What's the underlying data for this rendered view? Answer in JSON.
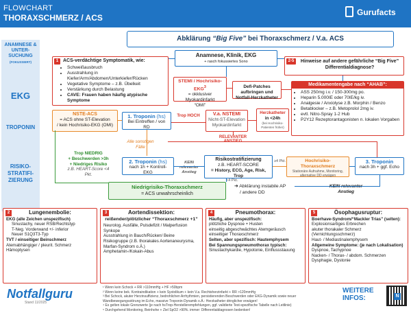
{
  "header": {
    "line1": "FLOWCHART",
    "line2": "THORAXSCHMERZ / ACS",
    "brand": "Gurufacts"
  },
  "sidebar": {
    "anamnese": "ANAMNESE & UNTER-SUCHUNG",
    "anamnese_sub": "(FOKUSSIERT)",
    "ekg": "EKG",
    "troponin": "TROPONIN",
    "risiko": "RISIKO-STRATIFI-ZIERUNG"
  },
  "title": {
    "prefix": "Abklärung ",
    "big_five": "“Big Five”",
    "suffix": " bei Thoraxschmerz / V.a. ACS"
  },
  "anamnese_box": {
    "title": "Anamnese, Klinik, EKG",
    "sub": "+ rasch fokussiertes Sono"
  },
  "acs_symptoms": {
    "num": "1",
    "title": "ACS-verdächtige Symptomatik, wie:",
    "items": [
      "Schweißausbruch",
      "Ausstrahlung in Kiefer/Arm/Abdomen/Unterkiefer/Rücken",
      "Vegetative Symptome – z.B. Übelkeit",
      "Verstärkung durch Belastung",
      "CAVE: Frauen haben häufig atypische Symptome"
    ]
  },
  "big_five_box": {
    "num": "2-5",
    "text": "Hinweise auf andere gefährliche “Big Five” Differentialdiagnose?"
  },
  "stemi_box": {
    "title": "STEMI / Hochrisiko-EKG",
    "sup": "3",
    "sub1": "= okklusiver Myokardinfarkt",
    "sub2": "“OMI”"
  },
  "defi_box": {
    "text": "Defi-Patches aufbringen und Notfall-Herzkatheter"
  },
  "meds": {
    "header": "Medikamentengabe nach “AHAB”:",
    "items": [
      "ASS 250mg i.v. / 150-300mg po.",
      "Heparin 5.000IE oder 70IE/kg iv.",
      "Analgesie / Anxiolyse z.B. Morphin / Benzo",
      "Betablocker – z.B. Metoprolol 2mg iv.",
      "evtl. Nitro-Spray 1-2 Hub",
      "P2Y12 Rezeptorantagonisten n. lokalen Vorgaben"
    ]
  },
  "nste_box": {
    "title": "NSTE-ACS",
    "sub1": "= ACS ohne ST-Elevation",
    "sub2": "/ kein Hochrisiko-EKG (OMI)"
  },
  "trop1_box": {
    "num": "1.",
    "title": "Troponin",
    "unit": "(hs)",
    "sub": "Bei Eintreffen / von RD"
  },
  "trop_hoch": "Trop HOCH",
  "nstemi_box": {
    "title": "V.a. NSTEMI",
    "sub1": "Nicht-ST-Elevation",
    "sub2": "Myokardinfarkt"
  },
  "herzkatheter": {
    "title": "Herzkatheter",
    "time": "in <24h",
    "sub": "(bei Hochrisiko-Patienten früher)"
  },
  "alle_sonstigen": "Alle sonstigen Fälle",
  "relevanter_anstieg": "RELEVANTER ANSTIEG",
  "trop_niedrig": {
    "title": "Trop NIEDRIG",
    "l1": "+ Beschwerden >3h",
    "l2": "+ Niedriges Risiko",
    "l3": "z.B. HEART-Score <4 Pkt."
  },
  "trop2_box": {
    "num": "2.",
    "title": "Troponin",
    "unit": "(hs)",
    "sub": "nach 1h + Kontroll-EKG"
  },
  "kein_relevanter": "KEIN relevanter Anstieg",
  "risikostrat": {
    "title": "Risikostratifizierung",
    "sub": "z.B. HEART-SCORE",
    "items": "= History, ECG, Age, Risk, Trop",
    "pkt1": "≥4 Pkt.",
    "pkt2": "<4 Pkt."
  },
  "hochrisiko_box": {
    "title": "Hochrisiko-Thoraxschmerz",
    "sub": "Stationäre Aufnahme, Monitoring, alternative DD erwägen"
  },
  "trop3_box": {
    "num": "3.",
    "title": "Troponin",
    "sub": "nach 3h + ggf. Echo"
  },
  "niedrig_box": {
    "title": "Niedrigrisiko-Thoraxschmerz",
    "sub": "= ACS unwahrscheinlich"
  },
  "abklaerung": {
    "l1": "Abklärung instabile AP",
    "l2": "/ andere DD"
  },
  "kein_relevanter2": "KEIN relevanter Anstieg",
  "sections": [
    {
      "num": "2",
      "title": "Lungenembolie:",
      "lines": [
        "EKG (alle Zeichen unspezifisch)",
        "Sinustachy, neuer RSB/Rechtstyp",
        "T-Neg. Vorderwand +/- inferior",
        "Neuer S1Q3T3-Typ",
        "TVT / einseitiger Beinschmerz",
        "Atemabhängiger / pleurit. Schmerz",
        "Hämoptysen"
      ]
    },
    {
      "num": "3",
      "title": "Aortendissektion:",
      "subtitle": "reißender/plötzlicher “Thoraxschmerz +1”",
      "lines": [
        "Neurolog. Ausfälle, Pulsdefizit / Malperfusion",
        "Synkope",
        "Ausstrahlung in Bauch/Rücken/ Beine",
        "Risikogruppe (z.B. thorakales Aortenaneurysma, Marfan-Syndrom o.Ä.)",
        "Amphetamin-/Kokain-Abus"
      ]
    },
    {
      "num": "4",
      "title": "Pneumothorax:",
      "lines": [
        "Häufig, aber unspezifisch:",
        "plötzliche Dyspnoe + Husten",
        "einseitig abgeschwächtes Atemgeräusch",
        "einseitiger Thoraxschmerz",
        "Selten, aber spezifisch: Hautemphysem",
        "Bei Spannungspneumothorax typisch:",
        "Sinustachykardie, Hypotonie, Einflussstauung"
      ]
    },
    {
      "num": "5",
      "title": "Ösophagusruptur:",
      "lines": [
        "Boerhave-Syndrom/“Mackler Trias” (selten):",
        "Explosionsartiges Erbrechen",
        "akuter thorakaler Schmerz (Vernichtungsschmerz)",
        "Haut- / Mediastinalemphysem",
        "Allgemeine Symptome: (je nach Lokalisation)",
        "Dyspnoe, Tachypnoe",
        "Nacken- / Thorax- / abdom. Schmerzen",
        "Dysphagie, Dystonie"
      ]
    }
  ],
  "footer": {
    "logo": "Notfallguru",
    "stand": "Stand 11/2025",
    "notes": [
      "Wenn kein Schock + RR >110mmHg + HF >50bpm",
      "Wenn keine bek. Kontraindikation + kein Systolikum + kein V.a. Rechtsherzinfarkt + RR >120mmHg",
      "Bei Schock, akuter Herzinsuffizienz, bedrohlichen Arrhythmien, persistierenden Beschwerden oder EKG-Dynamik sowie neuer Wandbewegungsstörung im Echo, massive Troponin-Dynamik o.Ä.: Herzkatheter dringlicher erwägen!",
      "Es gelten lokale Grenzwerte (je nach hsTrop-Herstellerempfehlungen, ggf. validierte Test-spezifische Tabelle nach Leitlinie)",
      "Durchgehend Monitoring, Beinhohe + Ziel SpO2 >90%. immer: Differentialdiagnosen bedenken!"
    ],
    "weitere1": "WEITERE",
    "weitere2": "INFOS:"
  },
  "colors": {
    "blue": "#1f74c4",
    "red": "#d8362b",
    "orange": "#e88a2a",
    "green": "#3a9a3a"
  }
}
